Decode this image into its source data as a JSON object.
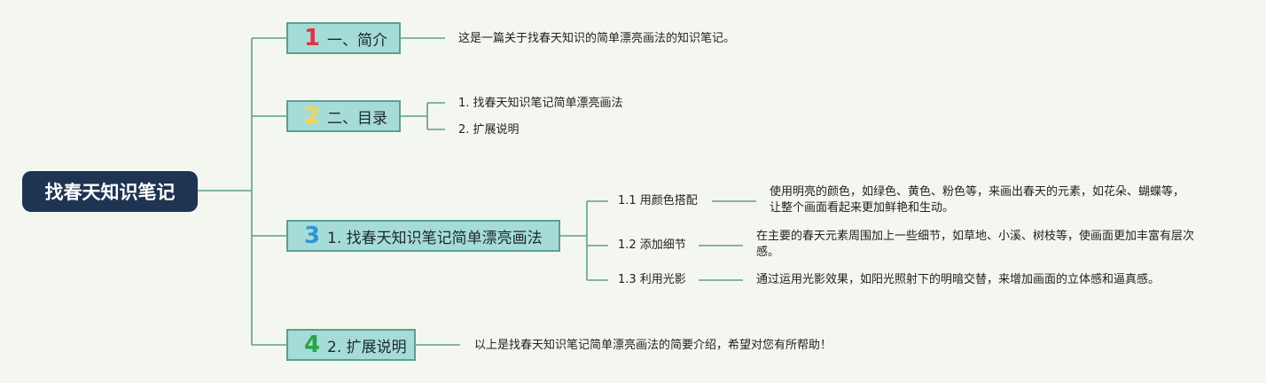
{
  "root": {
    "label": "找春天知识笔记"
  },
  "colors": {
    "background": "#f3f7ef",
    "root_fill": "#1f3352",
    "branch_fill": "#a6dcd8",
    "branch_border": "#5d9e93",
    "line": "#5d9e93",
    "num1": "#e03345",
    "num2": "#f2d35b",
    "num3": "#2e95d6",
    "num4": "#2aa345"
  },
  "branches": [
    {
      "num": "1",
      "label": "一、简介",
      "notes": [
        "这是一篇关于找春天知识的简单漂亮画法的知识笔记。"
      ]
    },
    {
      "num": "2",
      "label": "二、目录",
      "notes": [
        "1. 找春天知识笔记简单漂亮画法",
        "2. 扩展说明"
      ]
    },
    {
      "num": "3",
      "label": "1. 找春天知识笔记简单漂亮画法",
      "children": [
        {
          "label": "1.1 用颜色搭配",
          "note": "使用明亮的颜色，如绿色、黄色、粉色等，来画出春天的元素，如花朵、蝴蝶等，让整个画面看起来更加鲜艳和生动。"
        },
        {
          "label": "1.2 添加细节",
          "note": "在主要的春天元素周围加上一些细节，如草地、小溪、树枝等，使画面更加丰富有层次感。"
        },
        {
          "label": "1.3 利用光影",
          "note": "通过运用光影效果，如阳光照射下的明暗交替，来增加画面的立体感和逼真感。"
        }
      ]
    },
    {
      "num": "4",
      "label": "2. 扩展说明",
      "notes": [
        "以上是找春天知识笔记简单漂亮画法的简要介绍，希望对您有所帮助！"
      ]
    }
  ]
}
